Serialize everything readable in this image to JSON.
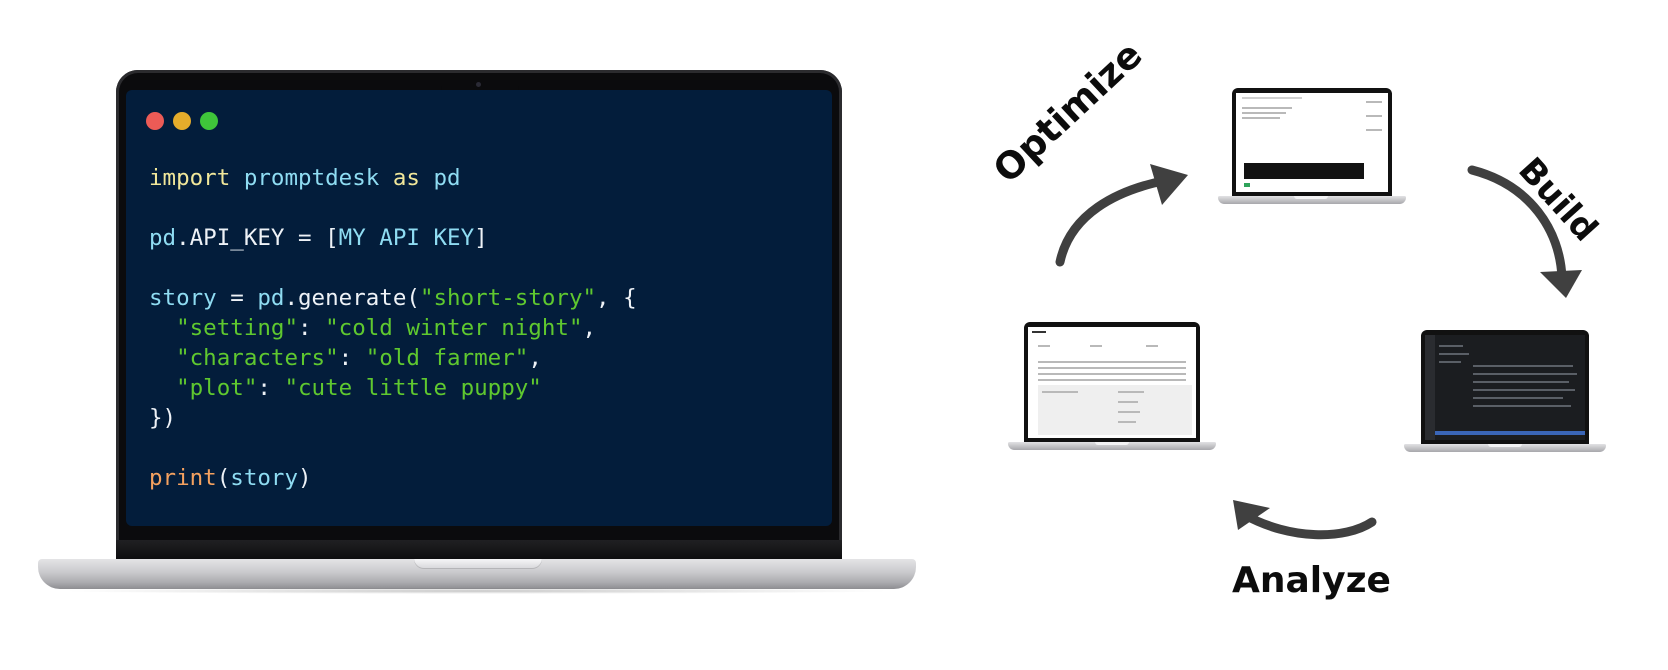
{
  "code_window": {
    "lines": [
      [
        {
          "t": "import",
          "c": "kw"
        },
        {
          "t": " ",
          "c": "pl"
        },
        {
          "t": "promptdesk",
          "c": "mod"
        },
        {
          "t": " ",
          "c": "pl"
        },
        {
          "t": "as",
          "c": "kw"
        },
        {
          "t": " ",
          "c": "pl"
        },
        {
          "t": "pd",
          "c": "mod"
        }
      ],
      [],
      [
        {
          "t": "pd",
          "c": "mod"
        },
        {
          "t": ".API_KEY = [",
          "c": "pl"
        },
        {
          "t": "MY API KEY",
          "c": "mod"
        },
        {
          "t": "]",
          "c": "pl"
        }
      ],
      [],
      [
        {
          "t": "story",
          "c": "mod"
        },
        {
          "t": " = ",
          "c": "pl"
        },
        {
          "t": "pd",
          "c": "mod"
        },
        {
          "t": ".generate(",
          "c": "pl"
        },
        {
          "t": "\"short-story\"",
          "c": "str"
        },
        {
          "t": ", {",
          "c": "pl"
        }
      ],
      [
        {
          "t": "  ",
          "c": "pl"
        },
        {
          "t": "\"setting\"",
          "c": "str"
        },
        {
          "t": ": ",
          "c": "pl"
        },
        {
          "t": "\"cold winter night\"",
          "c": "str"
        },
        {
          "t": ",",
          "c": "pl"
        }
      ],
      [
        {
          "t": "  ",
          "c": "pl"
        },
        {
          "t": "\"characters\"",
          "c": "str"
        },
        {
          "t": ": ",
          "c": "pl"
        },
        {
          "t": "\"old farmer\"",
          "c": "str"
        },
        {
          "t": ",",
          "c": "pl"
        }
      ],
      [
        {
          "t": "  ",
          "c": "pl"
        },
        {
          "t": "\"plot\"",
          "c": "str"
        },
        {
          "t": ": ",
          "c": "pl"
        },
        {
          "t": "\"cute little puppy\"",
          "c": "str"
        }
      ],
      [
        {
          "t": "})",
          "c": "pl"
        }
      ],
      [],
      [
        {
          "t": "print",
          "c": "fn"
        },
        {
          "t": "(",
          "c": "pl"
        },
        {
          "t": "story",
          "c": "mod"
        },
        {
          "t": ")",
          "c": "pl"
        }
      ]
    ]
  },
  "cycle": {
    "optimize_label": "Optimize",
    "build_label": "Build",
    "analyze_label": "Analyze"
  },
  "colors": {
    "screen_bg": "#031d3b",
    "keyword": "#f1e79a",
    "module": "#8fdcf2",
    "string": "#5fc82f",
    "function": "#f4a15f",
    "arrow": "#404040"
  },
  "icons": [
    "close-dot-icon",
    "minimize-dot-icon",
    "maximize-dot-icon",
    "curved-arrow-icon"
  ]
}
